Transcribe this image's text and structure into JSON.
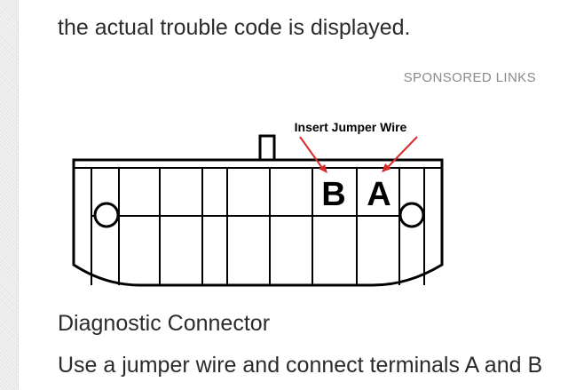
{
  "article": {
    "intro_text": "the actual trouble code is displayed.",
    "sponsored_label": "SPONSORED LINKS",
    "figure": {
      "callout": "Insert Jumper Wire",
      "terminal_b": "B",
      "terminal_a": "A",
      "callout_arrow_color": "#d62b2b"
    },
    "caption": "Diagnostic Connector",
    "instruction_text": "Use a jumper wire and connect terminals A and B"
  }
}
